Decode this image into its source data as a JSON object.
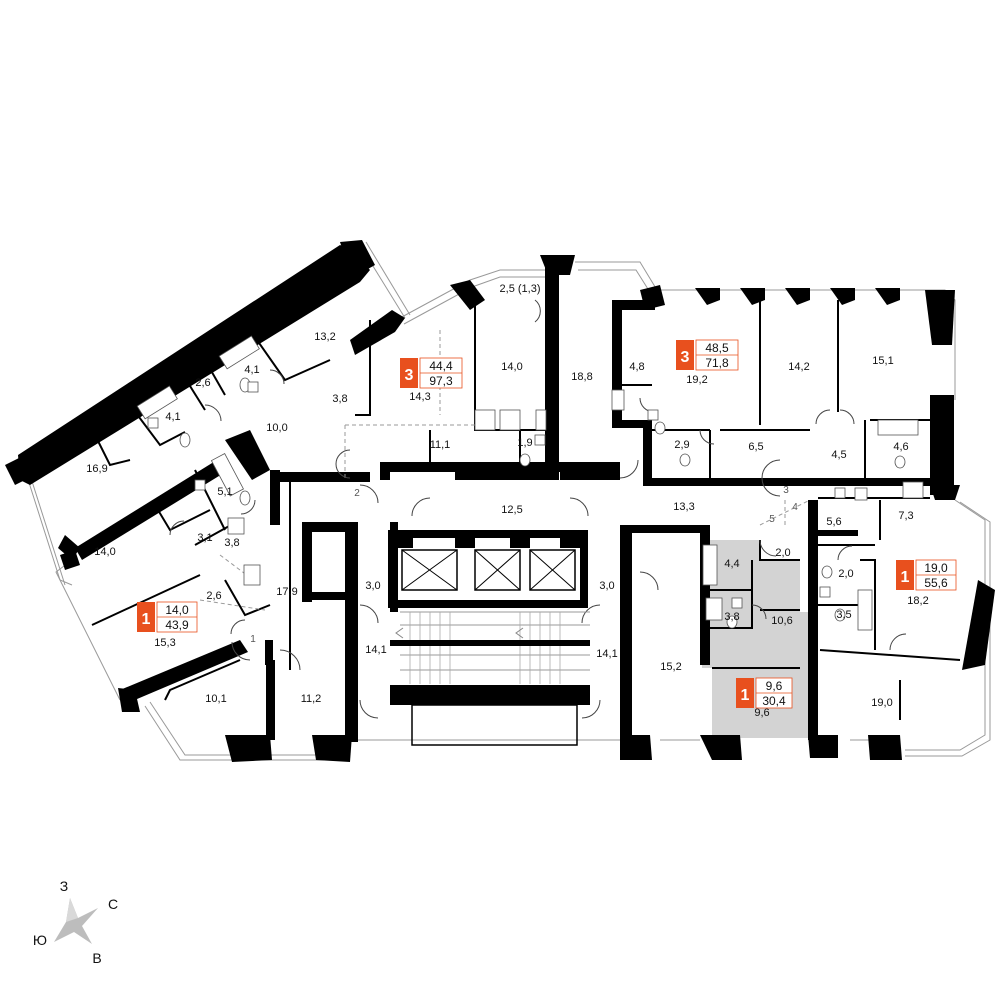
{
  "colors": {
    "wall": "#000000",
    "accent": "#e8501e",
    "highlight": "#d3d3d3",
    "balcony": "#999999"
  },
  "rooms": [
    {
      "id": "r-13-2",
      "label": "13,2"
    },
    {
      "id": "r-4-1a",
      "label": "4,1"
    },
    {
      "id": "r-2-6a",
      "label": "2,6"
    },
    {
      "id": "r-4-1b",
      "label": "4,1"
    },
    {
      "id": "r-3-8a",
      "label": "3,8"
    },
    {
      "id": "r-10-0",
      "label": "10,0"
    },
    {
      "id": "r-16-9",
      "label": "16,9"
    },
    {
      "id": "r-5-1",
      "label": "5,1"
    },
    {
      "id": "r-14-0a",
      "label": "14,0"
    },
    {
      "id": "r-3-1",
      "label": "3,1"
    },
    {
      "id": "r-3-8b",
      "label": "3,8"
    },
    {
      "id": "r-2-6b",
      "label": "2,6"
    },
    {
      "id": "r-15-3",
      "label": "15,3"
    },
    {
      "id": "r-17-9",
      "label": "17,9"
    },
    {
      "id": "r-1",
      "label": "1"
    },
    {
      "id": "r-10-1",
      "label": "10,1"
    },
    {
      "id": "r-11-2",
      "label": "11,2"
    },
    {
      "id": "r-14-3",
      "label": "14,3"
    },
    {
      "id": "r-2-5",
      "label": "2,5 (1,3)"
    },
    {
      "id": "r-14-0b",
      "label": "14,0"
    },
    {
      "id": "r-18-8",
      "label": "18,8"
    },
    {
      "id": "r-11-1",
      "label": "11,1"
    },
    {
      "id": "r-1-9",
      "label": "1,9"
    },
    {
      "id": "r-2",
      "label": "2"
    },
    {
      "id": "r-12-5",
      "label": "12,5"
    },
    {
      "id": "r-3-0a",
      "label": "3,0"
    },
    {
      "id": "r-3-0b",
      "label": "3,0"
    },
    {
      "id": "r-14-1a",
      "label": "14,1"
    },
    {
      "id": "r-14-1b",
      "label": "14,1"
    },
    {
      "id": "r-4-8",
      "label": "4,8"
    },
    {
      "id": "r-19-2",
      "label": "19,2"
    },
    {
      "id": "r-14-2",
      "label": "14,2"
    },
    {
      "id": "r-15-1",
      "label": "15,1"
    },
    {
      "id": "r-2-9",
      "label": "2,9"
    },
    {
      "id": "r-6-5",
      "label": "6,5"
    },
    {
      "id": "r-4-5",
      "label": "4,5"
    },
    {
      "id": "r-4-6",
      "label": "4,6"
    },
    {
      "id": "r-13-3",
      "label": "13,3"
    },
    {
      "id": "r-3",
      "label": "3"
    },
    {
      "id": "r-4",
      "label": "4"
    },
    {
      "id": "r-5",
      "label": "5"
    },
    {
      "id": "r-5-6",
      "label": "5,6"
    },
    {
      "id": "r-7-3",
      "label": "7,3"
    },
    {
      "id": "r-2-0a",
      "label": "2,0"
    },
    {
      "id": "r-2-0b",
      "label": "2,0"
    },
    {
      "id": "r-18-2",
      "label": "18,2"
    },
    {
      "id": "r-3-5",
      "label": "3,5"
    },
    {
      "id": "r-4-4",
      "label": "4,4"
    },
    {
      "id": "r-3-8c",
      "label": "3,8"
    },
    {
      "id": "r-10-6",
      "label": "10,6"
    },
    {
      "id": "r-9-6",
      "label": "9,6"
    },
    {
      "id": "r-15-2",
      "label": "15,2"
    },
    {
      "id": "r-19-0",
      "label": "19,0"
    }
  ],
  "apartments": [
    {
      "id": "apt-a",
      "rooms": "3",
      "living": "44,4",
      "total": "97,3"
    },
    {
      "id": "apt-b",
      "rooms": "3",
      "living": "48,5",
      "total": "71,8"
    },
    {
      "id": "apt-c",
      "rooms": "1",
      "living": "14,0",
      "total": "43,9"
    },
    {
      "id": "apt-d",
      "rooms": "1",
      "living": "19,0",
      "total": "55,6"
    },
    {
      "id": "apt-e",
      "rooms": "1",
      "living": "9,6",
      "total": "30,4"
    }
  ],
  "compass": {
    "north": "З",
    "east": "С",
    "south": "В",
    "west": "Ю"
  },
  "icons": {
    "compass": "compass-rose-icon",
    "elevator": "elevator-icon",
    "stairs": "stairs-icon"
  }
}
